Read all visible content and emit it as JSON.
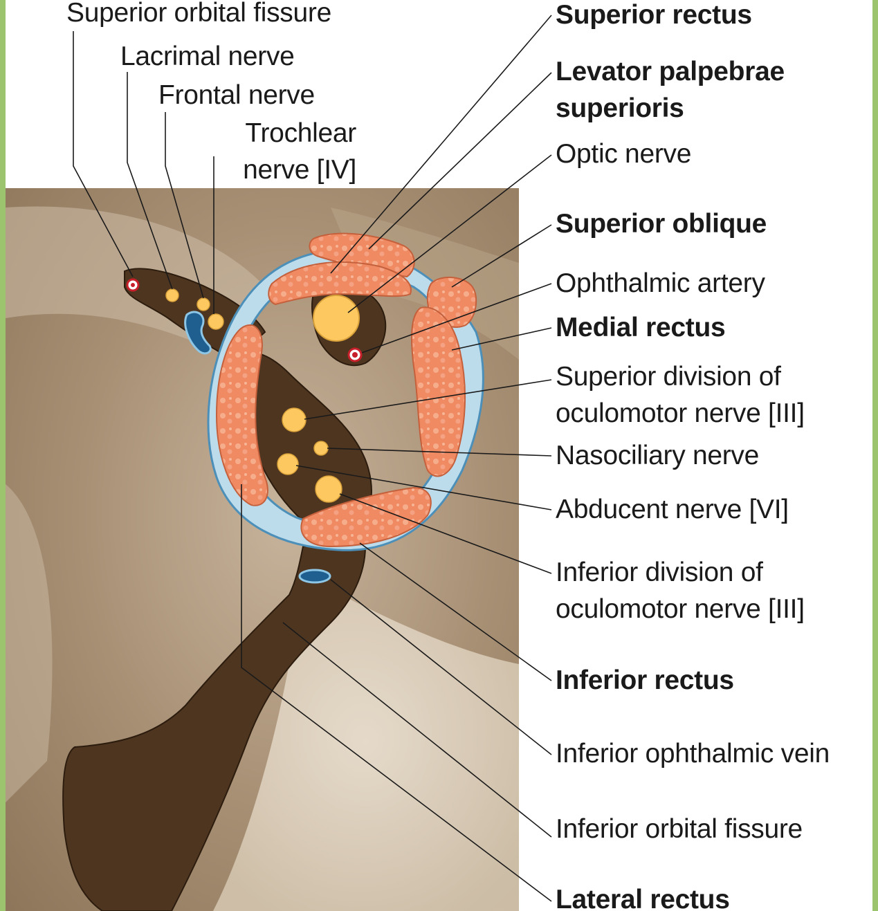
{
  "colors": {
    "frame": "#9cc46e",
    "bone_light": "#e8ddcd",
    "bone_dark": "#b39e85",
    "fissure": "#4e3520",
    "muscle": "#f08a62",
    "sheath": "#bcdcec",
    "nerve": "#fec860",
    "artery": "#c8202a",
    "vein": "#1f79b8",
    "leader": "#1a1a1a"
  },
  "labels_left": [
    {
      "text": "Superior orbital fissure",
      "bold": false
    },
    {
      "text": "Lacrimal nerve",
      "bold": false
    },
    {
      "text": "Frontal nerve",
      "bold": false
    },
    {
      "text": "Trochlear\nnerve [IV]",
      "bold": false
    }
  ],
  "labels_right": [
    {
      "text": "Superior rectus",
      "bold": true
    },
    {
      "text": "Levator palpebrae\nsuperioris",
      "bold": true
    },
    {
      "text": "Optic nerve",
      "bold": false
    },
    {
      "text": "Superior oblique",
      "bold": true
    },
    {
      "text": "Ophthalmic artery",
      "bold": false
    },
    {
      "text": "Medial rectus",
      "bold": true
    },
    {
      "text": "Superior division of\noculomotor nerve [III]",
      "bold": false
    },
    {
      "text": "Nasociliary nerve",
      "bold": false
    },
    {
      "text": "Abducent nerve [VI]",
      "bold": false
    },
    {
      "text": "Inferior division of\noculomotor nerve [III]",
      "bold": false
    },
    {
      "text": "Inferior rectus",
      "bold": true
    },
    {
      "text": "Inferior ophthalmic vein",
      "bold": false
    },
    {
      "text": "Inferior orbital fissure",
      "bold": false
    },
    {
      "text": "Lateral rectus",
      "bold": true
    }
  ]
}
